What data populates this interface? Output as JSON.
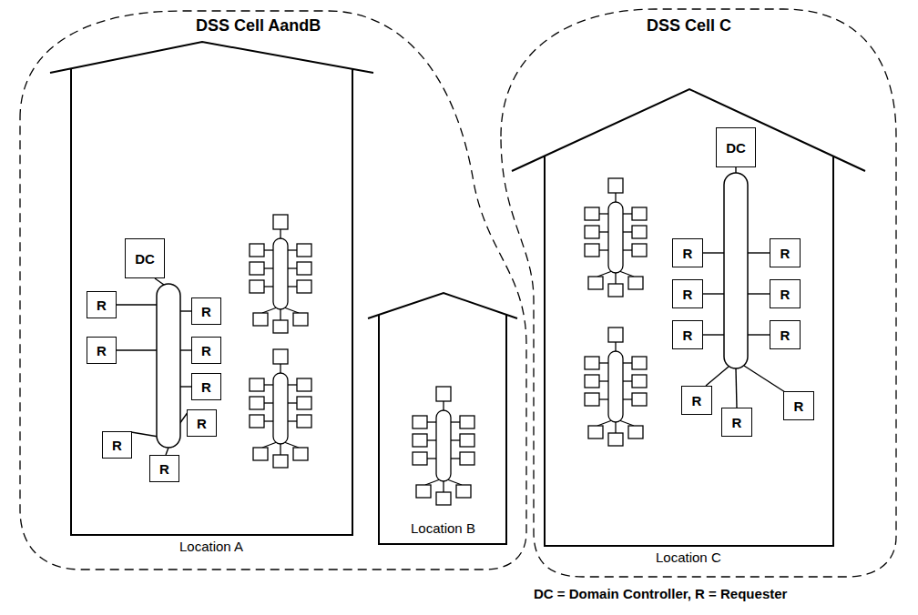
{
  "diagram": {
    "nodes": [
      {
        "text": [
          "DSS Cell AandB"
        ]
      },
      {
        "text": [
          "Location A"
        ],
        "in": 0
      },
      {
        "text": [
          "DC"
        ],
        "in": 1
      },
      {
        "text": [
          "R"
        ],
        "in": 1
      },
      {
        "text": [
          "R"
        ],
        "in": 1
      },
      {
        "text": [
          "R"
        ],
        "in": 1
      },
      {
        "text": [
          "R"
        ],
        "in": 1
      },
      {
        "text": [
          "R"
        ],
        "in": 1
      },
      {
        "text": [
          "R"
        ],
        "in": 1
      },
      {
        "text": [
          "R"
        ],
        "in": 1
      },
      {
        "text": [
          "R"
        ],
        "in": 1
      },
      {
        "text": [
          "Location B"
        ],
        "in": 0
      },
      {
        "text": [
          "DSS Cell C"
        ]
      },
      {
        "text": [
          "Location C"
        ],
        "in": 12
      },
      {
        "text": [
          "DC"
        ],
        "in": 13
      },
      {
        "text": [
          "R"
        ],
        "in": 13
      },
      {
        "text": [
          "R"
        ],
        "in": 13
      },
      {
        "text": [
          "R"
        ],
        "in": 13
      },
      {
        "text": [
          "R"
        ],
        "in": 13
      },
      {
        "text": [
          "R"
        ],
        "in": 13
      },
      {
        "text": [
          "R"
        ],
        "in": 13
      },
      {
        "text": [
          "R"
        ],
        "in": 13
      },
      {
        "text": [
          "R"
        ],
        "in": 13
      },
      {
        "text": [
          "R"
        ],
        "in": 13
      }
    ],
    "labels": [
      "DC = Domain Controller, R = Requester"
    ]
  }
}
